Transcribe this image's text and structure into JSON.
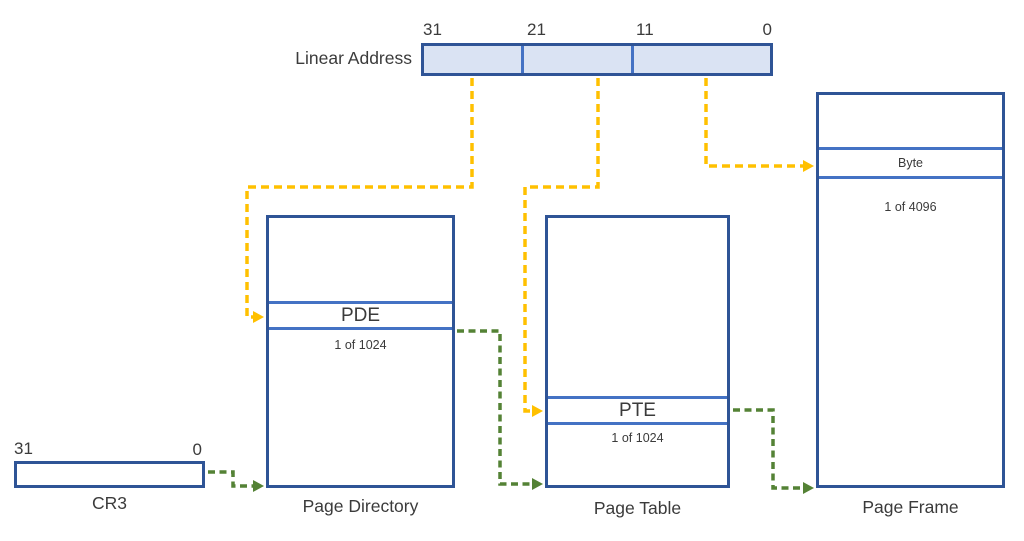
{
  "colors": {
    "border_dark": "#2F5496",
    "band_blue": "#4472C4",
    "la_fill": "#DAE3F3",
    "arrow_yellow": "#FFC000",
    "arrow_green": "#548235",
    "text": "#3b3b3b"
  },
  "linear_address": {
    "label": "Linear Address",
    "bit_labels": [
      "31",
      "21",
      "11",
      "0"
    ]
  },
  "cr3": {
    "label": "CR3",
    "bit_high": "31",
    "bit_low": "0"
  },
  "page_directory": {
    "title": "Page Directory",
    "entry_label": "PDE",
    "entry_count": "1 of 1024"
  },
  "page_table": {
    "title": "Page Table",
    "entry_label": "PTE",
    "entry_count": "1 of 1024"
  },
  "page_frame": {
    "title": "Page Frame",
    "entry_label": "Byte",
    "entry_count": "1 of 4096"
  }
}
